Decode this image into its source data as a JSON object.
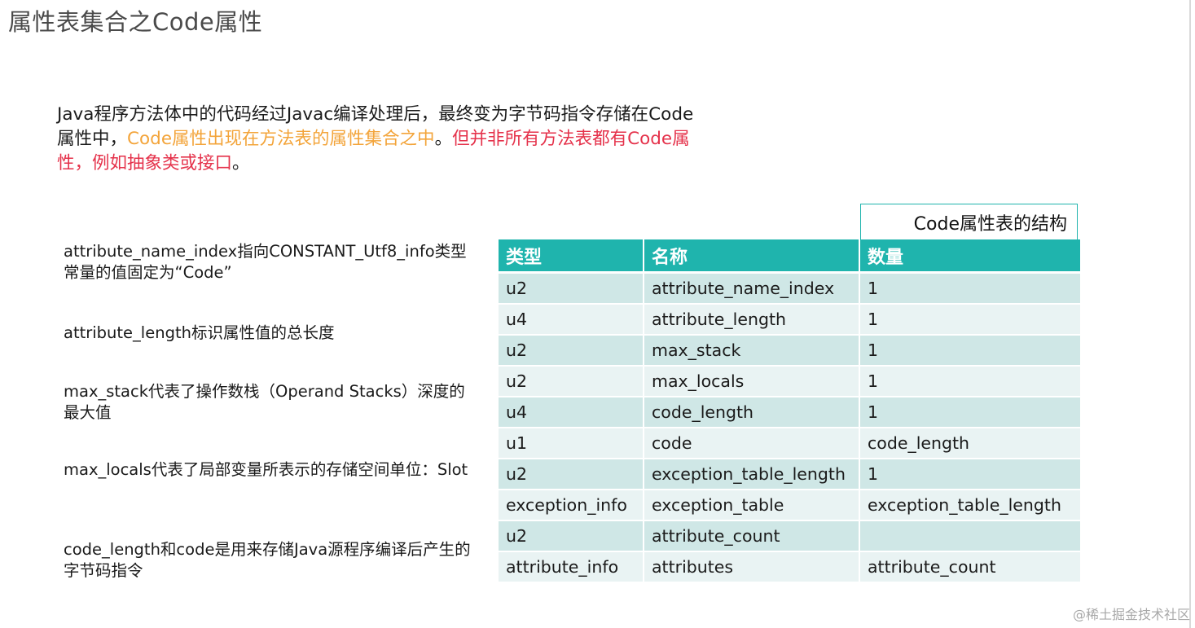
{
  "title": "属性表集合之Code属性",
  "intro": {
    "part1": "Java程序方法体中的代码经过Javac编译处理后，最终变为字节码指令存储在Code属性中，",
    "part2": "Code属性出现在方法表的属性集合之中",
    "part3": "。",
    "part4": "但并非所有方法表都有Code属性，例如抽象类或接口",
    "part5": "。"
  },
  "descriptions": [
    "attribute_name_index指向CONSTANT_Utf8_info类型常量的值固定为“Code”",
    "attribute_length标识属性值的总长度",
    "max_stack代表了操作数栈（Operand Stacks）深度的最大值",
    "max_locals代表了局部变量所表示的存储空间单位：Slot",
    "code_length和code是用来存储Java源程序编译后产生的字节码指令"
  ],
  "table": {
    "caption": "Code属性表的结构",
    "headers": [
      "类型",
      "名称",
      "数量"
    ],
    "rows": [
      [
        "u2",
        "attribute_name_index",
        "1"
      ],
      [
        "u4",
        "attribute_length",
        "1"
      ],
      [
        "u2",
        "max_stack",
        "1"
      ],
      [
        "u2",
        "max_locals",
        "1"
      ],
      [
        "u4",
        "code_length",
        "1"
      ],
      [
        "u1",
        "code",
        "code_length"
      ],
      [
        "u2",
        "exception_table_length",
        "1"
      ],
      [
        "exception_info",
        "exception_table",
        "exception_table_length"
      ],
      [
        "u2",
        "attribute_count",
        ""
      ],
      [
        "attribute_info",
        "attributes",
        "attribute_count"
      ]
    ]
  },
  "watermark": "@稀土掘金技术社区",
  "colors": {
    "header_teal": "#1fb4ad",
    "row_dark": "#cfe7e6",
    "row_light": "#e9f3f3",
    "highlight_orange": "#f3a43a",
    "highlight_red": "#e5324b"
  }
}
